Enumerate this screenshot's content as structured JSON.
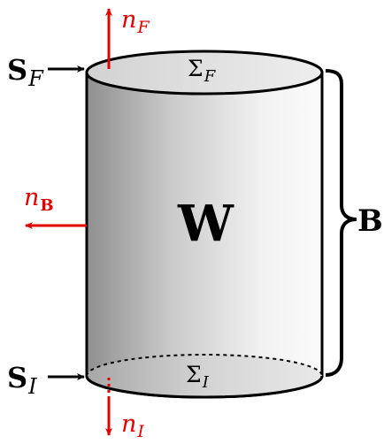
{
  "colors": {
    "arrow_red": "#e10000",
    "stroke": "#000000",
    "cap_fill": "#e6e6e6",
    "body_dark": "#8f8f8f",
    "body_light": "#f7f7f7"
  },
  "labels": {
    "volume": "W",
    "boundary": "B",
    "sigma_f_main": "Σ",
    "sigma_f_sub": "F",
    "sigma_i_main": "Σ",
    "sigma_i_sub": "I",
    "s_f_main": "S",
    "s_f_sub": "F",
    "s_i_main": "S",
    "s_i_sub": "I",
    "n_f_main": "n",
    "n_f_sub": "F",
    "n_b_main": "n",
    "n_b_sub": "B",
    "n_i_main": "n",
    "n_i_sub": "I"
  }
}
